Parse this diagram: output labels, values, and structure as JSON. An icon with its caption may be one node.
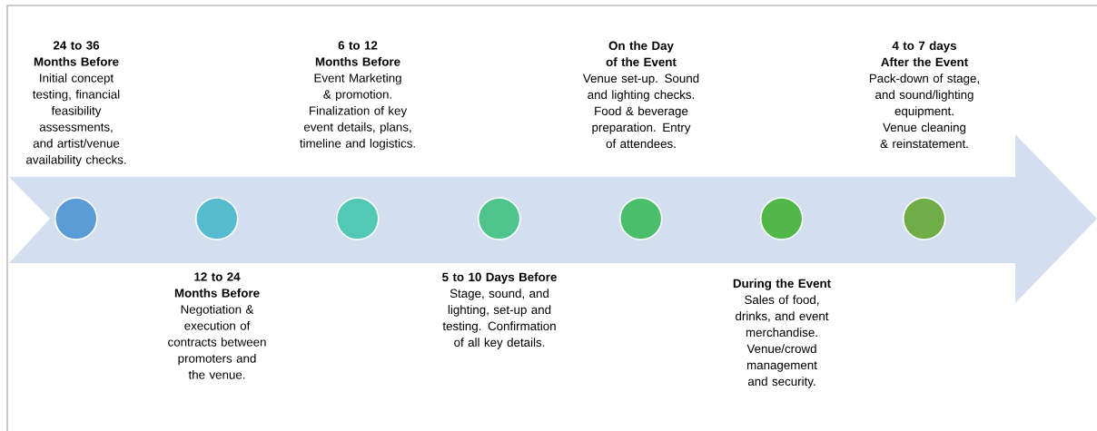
{
  "diagram": {
    "nodes": [
      {
        "text": [],
        "shape": "arrow"
      },
      {
        "text": [],
        "shape": "circle",
        "in": 0,
        "beside": [
          "24 to 36 Months Before",
          "Initial concept testing, financial feasibility assessments, and artist/venue availability checks."
        ]
      },
      {
        "text": [],
        "shape": "circle",
        "in": 0,
        "beside": [
          "12 to 24 Months Before",
          "Negotiation & execution of contracts between promoters and the venue."
        ]
      },
      {
        "text": [],
        "shape": "circle",
        "in": 0,
        "beside": [
          "6 to 12 Months Before",
          "Event Marketing & promotion. Finalization of key event details, plans, timeline and logistics."
        ]
      },
      {
        "text": [],
        "shape": "circle",
        "in": 0,
        "beside": [
          "5 to 10 Days Before",
          "Stage, sound, and lighting, set-up and testing. Confirmation of all key details."
        ]
      },
      {
        "text": [],
        "shape": "circle",
        "in": 0,
        "beside": [
          "On the Day of the Event",
          "Venue set-up. Sound and lighting checks. Food & beverage preparation. Entry of attendees."
        ]
      },
      {
        "text": [],
        "shape": "circle",
        "in": 0,
        "beside": [
          "During the Event",
          "Sales of food, drinks, and event merchandise. Venue/crowd management and security."
        ]
      },
      {
        "text": [],
        "shape": "circle",
        "in": 0,
        "beside": [
          "4 to 7 days After the Event",
          "Pack-down of stage, and sound/lighting equipment. Venue cleaning & reinstatement."
        ]
      }
    ]
  }
}
